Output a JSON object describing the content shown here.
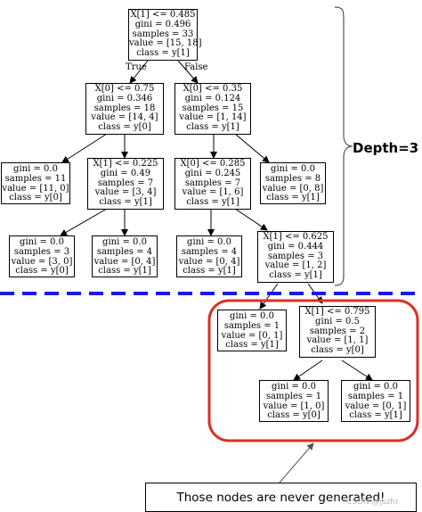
{
  "tree": {
    "nodes": {
      "root": [
        "X[1] <= 0.485",
        "gini = 0.496",
        "samples = 33",
        "value = [15, 18]",
        "class = y[1]"
      ],
      "n1": [
        "X[0] <= 0.75",
        "gini = 0.346",
        "samples = 18",
        "value = [14, 4]",
        "class = y[0]"
      ],
      "n2": [
        "X[0] <= 0.35",
        "gini = 0.124",
        "samples = 15",
        "value = [1, 14]",
        "class = y[1]"
      ],
      "n3": [
        "gini = 0.0",
        "samples = 11",
        "value = [11, 0]",
        "class = y[0]"
      ],
      "n4": [
        "X[1] <= 0.225",
        "gini = 0.49",
        "samples = 7",
        "value = [3, 4]",
        "class = y[1]"
      ],
      "n5": [
        "X[0] <= 0.285",
        "gini = 0.245",
        "samples = 7",
        "value = [1, 6]",
        "class = y[1]"
      ],
      "n6": [
        "gini = 0.0",
        "samples = 8",
        "value = [0, 8]",
        "class = y[1]"
      ],
      "n7": [
        "gini = 0.0",
        "samples = 3",
        "value = [3, 0]",
        "class = y[0]"
      ],
      "n8": [
        "gini = 0.0",
        "samples = 4",
        "value = [0, 4]",
        "class = y[1]"
      ],
      "n9": [
        "gini = 0.0",
        "samples = 4",
        "value = [0, 4]",
        "class = y[1]"
      ],
      "n10": [
        "X[1] <= 0.625",
        "gini = 0.444",
        "samples = 3",
        "value = [1, 2]",
        "class = y[1]"
      ],
      "n11": [
        "gini = 0.0",
        "samples = 1",
        "value = [0, 1]",
        "class = y[1]"
      ],
      "n12": [
        "X[1] <= 0.795",
        "gini = 0.5",
        "samples = 2",
        "value = [1, 1]",
        "class = y[0]"
      ],
      "n13": [
        "gini = 0.0",
        "samples = 1",
        "value = [1, 0]",
        "class = y[0]"
      ],
      "n14": [
        "gini = 0.0",
        "samples = 1",
        "value = [0, 1]",
        "class = y[1]"
      ]
    },
    "edge_labels": {
      "true": "True",
      "false": "False"
    }
  },
  "annotations": {
    "depth_label": "Depth=3",
    "caption": "Those nodes are never generated!",
    "watermark": "CSDN @jszhr",
    "colors": {
      "cut_line": "#1a1ae6",
      "highlight": "#d93025",
      "node_border": "#000000",
      "brace": "#555555"
    }
  }
}
